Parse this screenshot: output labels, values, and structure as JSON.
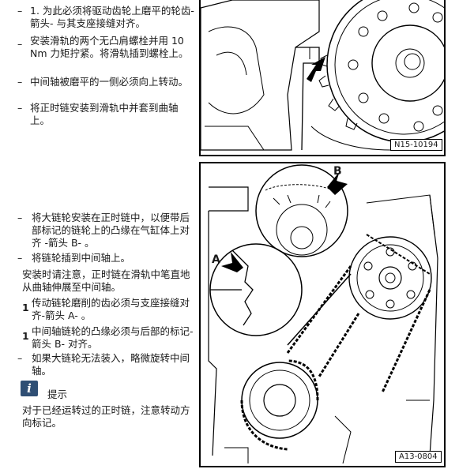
{
  "steps_top": [
    {
      "bullet": "–",
      "text": "1. 为此必须将驱动齿轮上磨平的轮齿-箭头- 与其支座接缝对齐。"
    },
    {
      "bullet": "–",
      "text": "安装滑轨的两个无凸肩螺栓并用 10 Nm 力矩拧紧。将滑轨插到螺栓上。"
    },
    {
      "bullet": "–",
      "text": "中间轴被磨平的一侧必须向上转动。"
    },
    {
      "bullet": "–",
      "text": "将正时链安装到滑轨中并套到曲轴上。"
    }
  ],
  "steps_bottom": [
    {
      "bullet": "–",
      "text": "将大链轮安装在正时链中，以便带后部标记的链轮上的凸缘在气缸体上对齐 -箭头 B- 。"
    },
    {
      "bullet": "–",
      "text": "将链轮插到中间轴上。"
    },
    {
      "bullet": "",
      "text": "安装时请注意，正时链在滑轨中笔直地从曲轴伸展至中间轴。"
    },
    {
      "bullet": "1",
      "text": "传动链轮磨削的齿必须与支座接缝对齐-箭头 A- 。"
    },
    {
      "bullet": "1",
      "text": "中间轴链轮的凸缘必须与后部的标记-箭头 B- 对齐。"
    },
    {
      "bullet": "–",
      "text": "如果大链轮无法装入，略微旋转中间轴。"
    }
  ],
  "hint": {
    "title": "提示",
    "text": "对于已经运转过的正时链，注意转动方向标记。"
  },
  "figure_top": {
    "label": "N15-10194"
  },
  "figure_bottom": {
    "label": "A13-0804",
    "callout_a": "A",
    "callout_b": "B"
  }
}
